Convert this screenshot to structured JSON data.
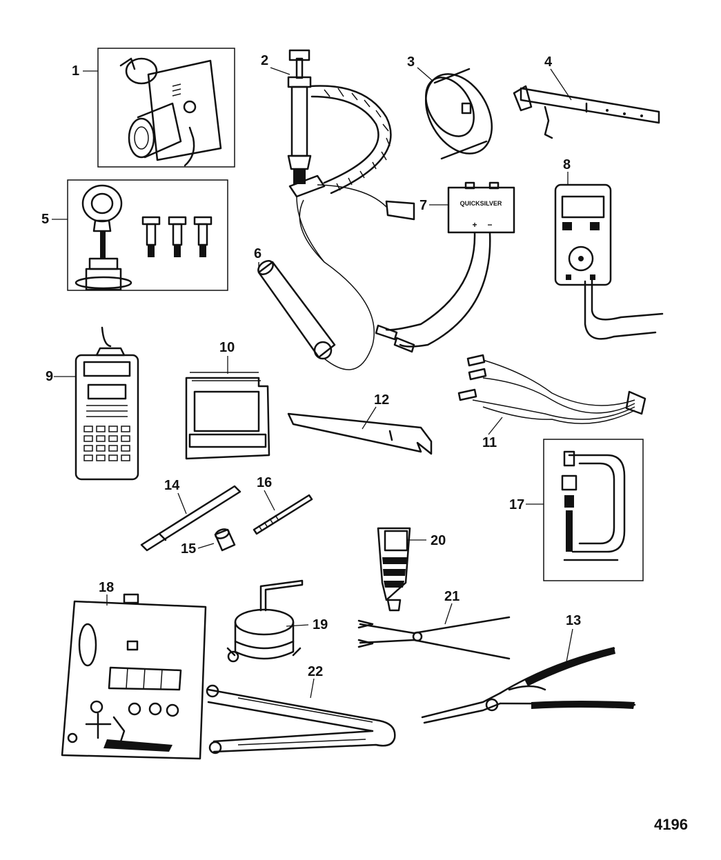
{
  "callouts": [
    "1",
    "2",
    "3",
    "4",
    "5",
    "6",
    "7",
    "8",
    "9",
    "10",
    "11",
    "12",
    "13",
    "14",
    "15",
    "16",
    "17",
    "18",
    "19",
    "20",
    "21",
    "22"
  ],
  "figure_number": "4196",
  "device_text": {
    "quicksilver_box": "QUICKSILVER",
    "plus": "+",
    "minus": "−"
  }
}
